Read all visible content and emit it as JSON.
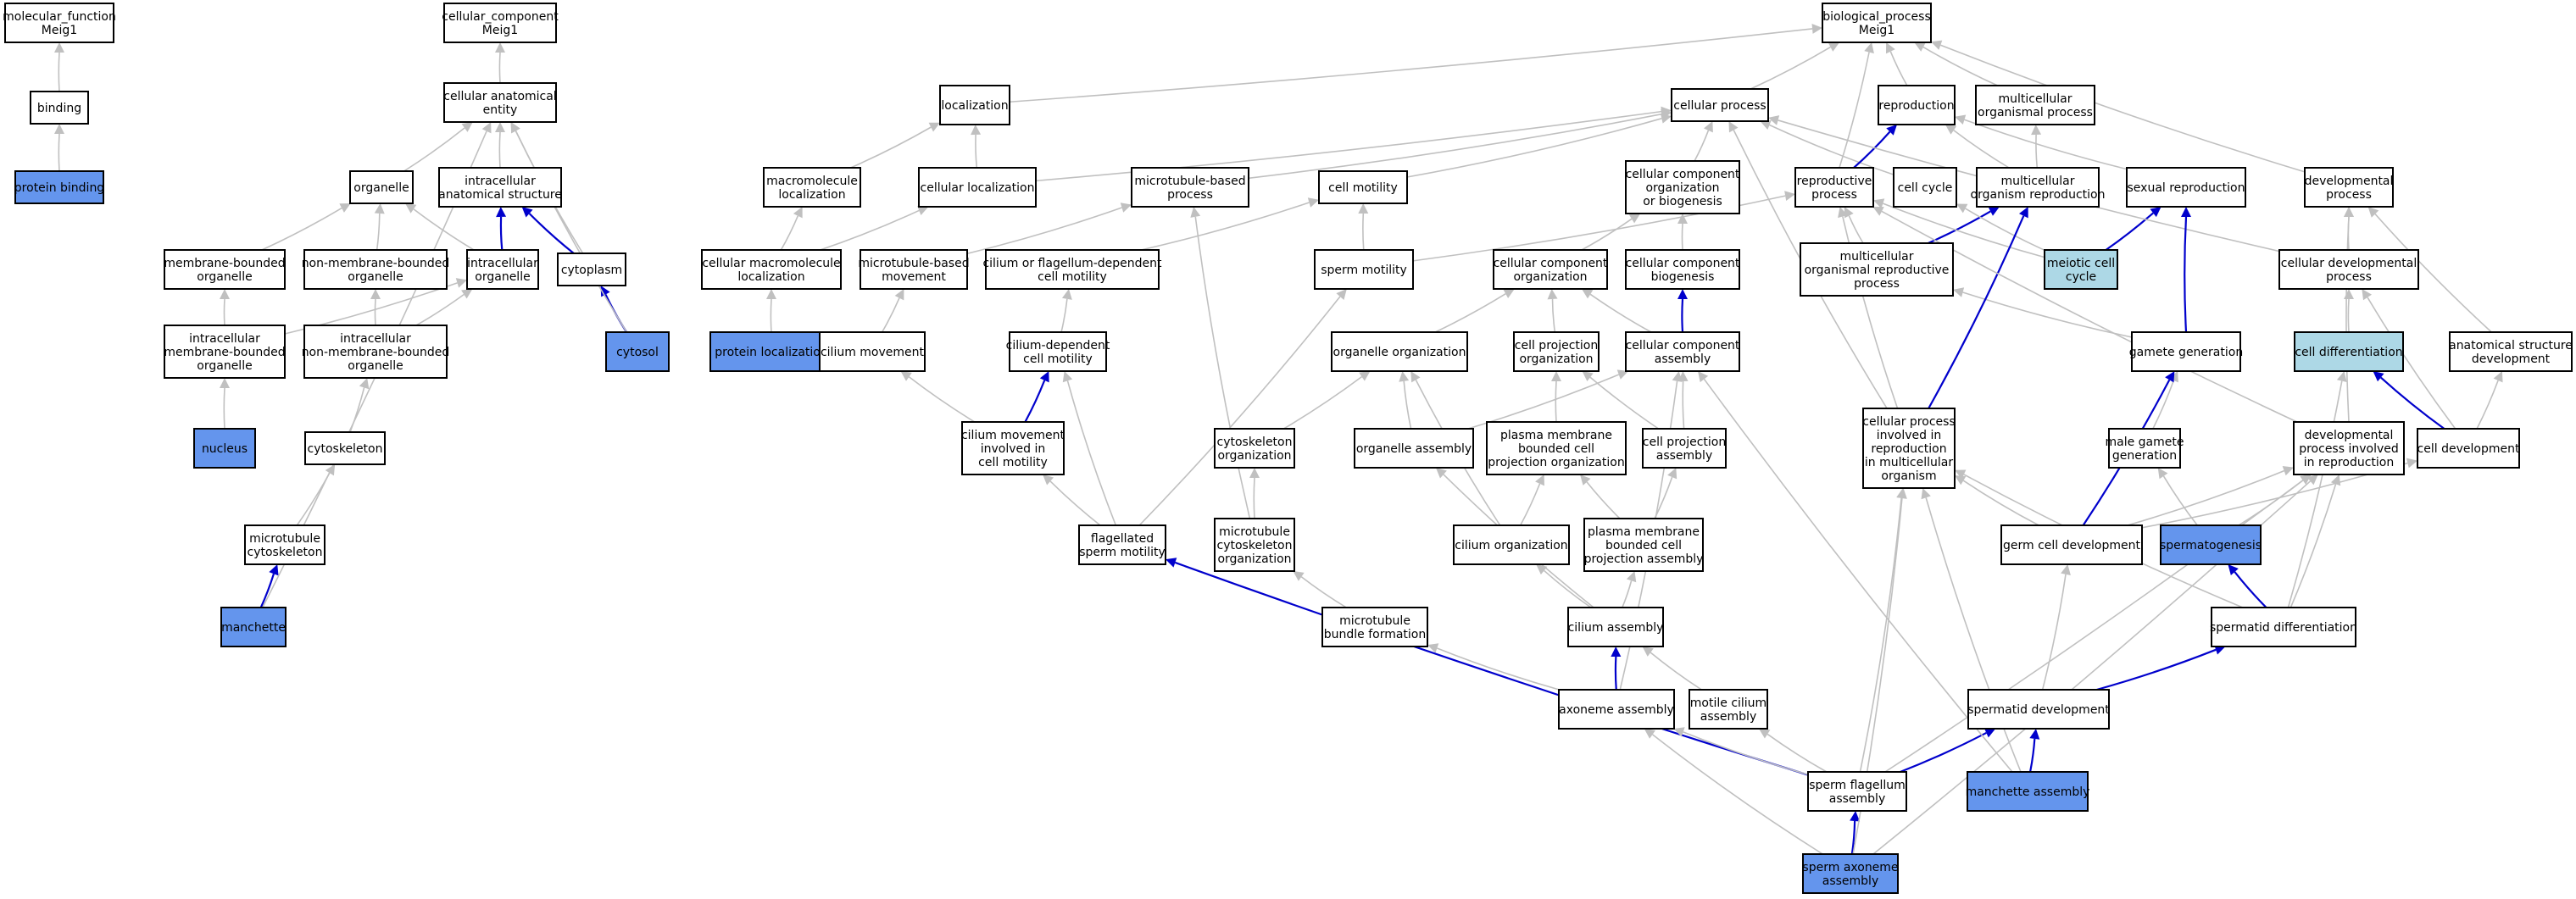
{
  "colors": {
    "highlight": "#6495ed",
    "light": "#add8e6",
    "gray_edge": "#c0c0c0",
    "blue_edge": "#0000cc"
  },
  "nodes": [
    {
      "id": "mf",
      "lines": [
        "molecular_function",
        "Meig1"
      ],
      "style": "plain"
    },
    {
      "id": "binding",
      "lines": [
        "binding"
      ],
      "style": "plain"
    },
    {
      "id": "pbind",
      "lines": [
        "protein binding"
      ],
      "style": "hl"
    },
    {
      "id": "cc",
      "lines": [
        "cellular_component",
        "Meig1"
      ],
      "style": "plain"
    },
    {
      "id": "cae",
      "lines": [
        "cellular anatomical",
        "entity"
      ],
      "style": "plain"
    },
    {
      "id": "organelle",
      "lines": [
        "organelle"
      ],
      "style": "plain"
    },
    {
      "id": "ias",
      "lines": [
        "intracellular",
        "anatomical structure"
      ],
      "style": "plain"
    },
    {
      "id": "mbo",
      "lines": [
        "membrane-bounded",
        "organelle"
      ],
      "style": "plain"
    },
    {
      "id": "nmbo",
      "lines": [
        "non-membrane-bounded",
        "organelle"
      ],
      "style": "plain"
    },
    {
      "id": "io",
      "lines": [
        "intracellular",
        "organelle"
      ],
      "style": "plain"
    },
    {
      "id": "cytoplasm",
      "lines": [
        "cytoplasm"
      ],
      "style": "plain"
    },
    {
      "id": "imbo",
      "lines": [
        "intracellular",
        "membrane-bounded",
        "organelle"
      ],
      "style": "plain"
    },
    {
      "id": "inmbo",
      "lines": [
        "intracellular",
        "non-membrane-bounded",
        "organelle"
      ],
      "style": "plain"
    },
    {
      "id": "cytosol",
      "lines": [
        "cytosol"
      ],
      "style": "hl"
    },
    {
      "id": "nucleus",
      "lines": [
        "nucleus"
      ],
      "style": "hl"
    },
    {
      "id": "cytoskeleton",
      "lines": [
        "cytoskeleton"
      ],
      "style": "plain"
    },
    {
      "id": "mtcs",
      "lines": [
        "microtubule",
        "cytoskeleton"
      ],
      "style": "plain"
    },
    {
      "id": "manchette",
      "lines": [
        "manchette"
      ],
      "style": "hl"
    },
    {
      "id": "bp",
      "lines": [
        "biological_process",
        "Meig1"
      ],
      "style": "plain"
    },
    {
      "id": "localization",
      "lines": [
        "localization"
      ],
      "style": "plain"
    },
    {
      "id": "cp",
      "lines": [
        "cellular process"
      ],
      "style": "plain"
    },
    {
      "id": "reproduction",
      "lines": [
        "reproduction"
      ],
      "style": "plain"
    },
    {
      "id": "mop",
      "lines": [
        "multicellular",
        "organismal process"
      ],
      "style": "plain"
    },
    {
      "id": "mml",
      "lines": [
        "macromolecule",
        "localization"
      ],
      "style": "plain"
    },
    {
      "id": "cl",
      "lines": [
        "cellular localization"
      ],
      "style": "plain"
    },
    {
      "id": "mtbp",
      "lines": [
        "microtubule-based",
        "process"
      ],
      "style": "plain"
    },
    {
      "id": "cm",
      "lines": [
        "cell motility"
      ],
      "style": "plain"
    },
    {
      "id": "ccob",
      "lines": [
        "cellular component",
        "organization",
        "or biogenesis"
      ],
      "style": "plain"
    },
    {
      "id": "rp",
      "lines": [
        "reproductive",
        "process"
      ],
      "style": "plain"
    },
    {
      "id": "cellcycle",
      "lines": [
        "cell cycle"
      ],
      "style": "plain"
    },
    {
      "id": "mor",
      "lines": [
        "multicellular",
        "organism reproduction"
      ],
      "style": "plain"
    },
    {
      "id": "sr",
      "lines": [
        "sexual reproduction"
      ],
      "style": "plain"
    },
    {
      "id": "dp",
      "lines": [
        "developmental",
        "process"
      ],
      "style": "plain"
    },
    {
      "id": "cml",
      "lines": [
        "cellular macromolecule",
        "localization"
      ],
      "style": "plain"
    },
    {
      "id": "mtbm",
      "lines": [
        "microtubule-based",
        "movement"
      ],
      "style": "plain"
    },
    {
      "id": "cfdcm",
      "lines": [
        "cilium or flagellum-dependent",
        "cell motility"
      ],
      "style": "plain"
    },
    {
      "id": "spm",
      "lines": [
        "sperm motility"
      ],
      "style": "plain"
    },
    {
      "id": "cco",
      "lines": [
        "cellular component",
        "organization"
      ],
      "style": "plain"
    },
    {
      "id": "ccb",
      "lines": [
        "cellular component",
        "biogenesis"
      ],
      "style": "plain"
    },
    {
      "id": "morp",
      "lines": [
        "multicellular",
        "organismal reproductive",
        "process"
      ],
      "style": "plain"
    },
    {
      "id": "mcc",
      "lines": [
        "meiotic cell",
        "cycle"
      ],
      "style": "lb"
    },
    {
      "id": "cdp",
      "lines": [
        "cellular developmental",
        "process"
      ],
      "style": "plain"
    },
    {
      "id": "pl",
      "lines": [
        "protein localization"
      ],
      "style": "hl"
    },
    {
      "id": "cmov",
      "lines": [
        "cilium movement"
      ],
      "style": "plain"
    },
    {
      "id": "cdcm",
      "lines": [
        "cilium-dependent",
        "cell motility"
      ],
      "style": "plain"
    },
    {
      "id": "oo",
      "lines": [
        "organelle organization"
      ],
      "style": "plain"
    },
    {
      "id": "cpo",
      "lines": [
        "cell projection",
        "organization"
      ],
      "style": "plain"
    },
    {
      "id": "cca",
      "lines": [
        "cellular component",
        "assembly"
      ],
      "style": "plain"
    },
    {
      "id": "gg",
      "lines": [
        "gamete generation"
      ],
      "style": "plain"
    },
    {
      "id": "cdiff",
      "lines": [
        "cell differentiation"
      ],
      "style": "lb"
    },
    {
      "id": "asd",
      "lines": [
        "anatomical structure",
        "development"
      ],
      "style": "plain"
    },
    {
      "id": "cmicm",
      "lines": [
        "cilium movement",
        "involved in",
        "cell motility"
      ],
      "style": "plain"
    },
    {
      "id": "cso",
      "lines": [
        "cytoskeleton",
        "organization"
      ],
      "style": "plain"
    },
    {
      "id": "oa",
      "lines": [
        "organelle assembly"
      ],
      "style": "plain"
    },
    {
      "id": "pmbcpo",
      "lines": [
        "plasma membrane",
        "bounded cell",
        "projection organization"
      ],
      "style": "plain"
    },
    {
      "id": "cpa",
      "lines": [
        "cell projection",
        "assembly"
      ],
      "style": "plain"
    },
    {
      "id": "cpirmo",
      "lines": [
        "cellular process",
        "involved in",
        "reproduction",
        "in multicellular",
        "organism"
      ],
      "style": "plain"
    },
    {
      "id": "mgg",
      "lines": [
        "male gamete",
        "generation"
      ],
      "style": "plain"
    },
    {
      "id": "dpir",
      "lines": [
        "developmental",
        "process involved",
        "in reproduction"
      ],
      "style": "plain"
    },
    {
      "id": "cdev",
      "lines": [
        "cell development"
      ],
      "style": "plain"
    },
    {
      "id": "fsm",
      "lines": [
        "flagellated",
        "sperm motility"
      ],
      "style": "plain"
    },
    {
      "id": "mtcso",
      "lines": [
        "microtubule",
        "cytoskeleton",
        "organization"
      ],
      "style": "plain"
    },
    {
      "id": "co",
      "lines": [
        "cilium organization"
      ],
      "style": "plain"
    },
    {
      "id": "pmbcpa",
      "lines": [
        "plasma membrane",
        "bounded cell",
        "projection assembly"
      ],
      "style": "plain"
    },
    {
      "id": "gcd",
      "lines": [
        "germ cell development"
      ],
      "style": "plain"
    },
    {
      "id": "sg",
      "lines": [
        "spermatogenesis"
      ],
      "style": "hl"
    },
    {
      "id": "mbf",
      "lines": [
        "microtubule",
        "bundle formation"
      ],
      "style": "plain"
    },
    {
      "id": "ca",
      "lines": [
        "cilium assembly"
      ],
      "style": "plain"
    },
    {
      "id": "sdiff",
      "lines": [
        "spermatid differentiation"
      ],
      "style": "plain"
    },
    {
      "id": "axa",
      "lines": [
        "axoneme assembly"
      ],
      "style": "plain"
    },
    {
      "id": "mca",
      "lines": [
        "motile cilium",
        "assembly"
      ],
      "style": "plain"
    },
    {
      "id": "sdev",
      "lines": [
        "spermatid development"
      ],
      "style": "plain"
    },
    {
      "id": "sfa",
      "lines": [
        "sperm flagellum",
        "assembly"
      ],
      "style": "plain"
    },
    {
      "id": "ma",
      "lines": [
        "manchette assembly"
      ],
      "style": "hl"
    },
    {
      "id": "saa",
      "lines": [
        "sperm axoneme",
        "assembly"
      ],
      "style": "hl"
    }
  ],
  "edges": [
    [
      "binding",
      "mf",
      "gray"
    ],
    [
      "pbind",
      "binding",
      "gray"
    ],
    [
      "cae",
      "cc",
      "gray"
    ],
    [
      "organelle",
      "cae",
      "gray"
    ],
    [
      "ias",
      "cae",
      "gray"
    ],
    [
      "mbo",
      "organelle",
      "gray"
    ],
    [
      "nmbo",
      "organelle",
      "gray"
    ],
    [
      "io",
      "organelle",
      "gray"
    ],
    [
      "io",
      "ias",
      "blue"
    ],
    [
      "cytoplasm",
      "ias",
      "blue"
    ],
    [
      "cytoplasm",
      "cae",
      "gray"
    ],
    [
      "imbo",
      "mbo",
      "gray"
    ],
    [
      "imbo",
      "io",
      "gray"
    ],
    [
      "inmbo",
      "nmbo",
      "gray"
    ],
    [
      "inmbo",
      "io",
      "gray"
    ],
    [
      "cytosol",
      "cytoplasm",
      "blue"
    ],
    [
      "cytosol",
      "cae",
      "gray"
    ],
    [
      "nucleus",
      "imbo",
      "gray"
    ],
    [
      "cytoskeleton",
      "inmbo",
      "gray"
    ],
    [
      "mtcs",
      "cytoskeleton",
      "gray"
    ],
    [
      "manchette",
      "mtcs",
      "blue"
    ],
    [
      "manchette",
      "cae",
      "gray"
    ],
    [
      "localization",
      "bp",
      "gray"
    ],
    [
      "cp",
      "bp",
      "gray"
    ],
    [
      "reproduction",
      "bp",
      "gray"
    ],
    [
      "mop",
      "bp",
      "gray"
    ],
    [
      "dp",
      "bp",
      "gray"
    ],
    [
      "rp",
      "bp",
      "gray"
    ],
    [
      "mml",
      "localization",
      "gray"
    ],
    [
      "cl",
      "localization",
      "gray"
    ],
    [
      "cl",
      "cp",
      "gray"
    ],
    [
      "mtbp",
      "cp",
      "gray"
    ],
    [
      "cm",
      "cp",
      "gray"
    ],
    [
      "ccob",
      "cp",
      "gray"
    ],
    [
      "cellcycle",
      "cp",
      "gray"
    ],
    [
      "rp",
      "reproduction",
      "blue"
    ],
    [
      "mor",
      "reproduction",
      "gray"
    ],
    [
      "sr",
      "reproduction",
      "gray"
    ],
    [
      "mor",
      "mop",
      "gray"
    ],
    [
      "cml",
      "mml",
      "gray"
    ],
    [
      "cml",
      "cl",
      "gray"
    ],
    [
      "mtbm",
      "mtbp",
      "gray"
    ],
    [
      "cfdcm",
      "cm",
      "gray"
    ],
    [
      "spm",
      "cm",
      "gray"
    ],
    [
      "spm",
      "rp",
      "gray"
    ],
    [
      "cco",
      "ccob",
      "gray"
    ],
    [
      "ccb",
      "ccob",
      "gray"
    ],
    [
      "morp",
      "rp",
      "gray"
    ],
    [
      "morp",
      "mor",
      "blue"
    ],
    [
      "mcc",
      "cellcycle",
      "gray"
    ],
    [
      "mcc",
      "sr",
      "blue"
    ],
    [
      "mcc",
      "rp",
      "gray"
    ],
    [
      "cdp",
      "dp",
      "gray"
    ],
    [
      "cdp",
      "cp",
      "gray"
    ],
    [
      "pl",
      "cml",
      "gray"
    ],
    [
      "cmov",
      "mtbm",
      "gray"
    ],
    [
      "cdcm",
      "cfdcm",
      "gray"
    ],
    [
      "oo",
      "cco",
      "gray"
    ],
    [
      "cpo",
      "cco",
      "gray"
    ],
    [
      "cca",
      "cco",
      "gray"
    ],
    [
      "cca",
      "ccb",
      "blue"
    ],
    [
      "gg",
      "sr",
      "blue"
    ],
    [
      "gg",
      "morp",
      "gray"
    ],
    [
      "cdiff",
      "cdp",
      "gray"
    ],
    [
      "asd",
      "dp",
      "gray"
    ],
    [
      "cmicm",
      "cmov",
      "gray"
    ],
    [
      "cmicm",
      "cdcm",
      "blue"
    ],
    [
      "cso",
      "oo",
      "gray"
    ],
    [
      "oa",
      "oo",
      "gray"
    ],
    [
      "oa",
      "cca",
      "gray"
    ],
    [
      "pmbcpo",
      "cpo",
      "gray"
    ],
    [
      "cpa",
      "cpo",
      "gray"
    ],
    [
      "cpa",
      "cca",
      "gray"
    ],
    [
      "cpirmo",
      "cp",
      "gray"
    ],
    [
      "cpirmo",
      "rp",
      "gray"
    ],
    [
      "cpirmo",
      "mor",
      "blue"
    ],
    [
      "mgg",
      "gg",
      "gray"
    ],
    [
      "dpir",
      "dp",
      "gray"
    ],
    [
      "dpir",
      "rp",
      "gray"
    ],
    [
      "cdev",
      "cdiff",
      "blue"
    ],
    [
      "cdev",
      "cdp",
      "gray"
    ],
    [
      "cdev",
      "asd",
      "gray"
    ],
    [
      "fsm",
      "cdcm",
      "gray"
    ],
    [
      "fsm",
      "cmicm",
      "gray"
    ],
    [
      "fsm",
      "spm",
      "gray"
    ],
    [
      "mtcso",
      "cso",
      "gray"
    ],
    [
      "mtcso",
      "mtbp",
      "gray"
    ],
    [
      "co",
      "pmbcpo",
      "gray"
    ],
    [
      "co",
      "oo",
      "gray"
    ],
    [
      "pmbcpa",
      "pmbcpo",
      "gray"
    ],
    [
      "pmbcpa",
      "cpa",
      "gray"
    ],
    [
      "gcd",
      "gg",
      "blue"
    ],
    [
      "gcd",
      "cpirmo",
      "gray"
    ],
    [
      "gcd",
      "cdev",
      "gray"
    ],
    [
      "gcd",
      "dpir",
      "gray"
    ],
    [
      "sg",
      "mgg",
      "gray"
    ],
    [
      "sg",
      "dpir",
      "gray"
    ],
    [
      "mbf",
      "mtcso",
      "gray"
    ],
    [
      "ca",
      "co",
      "gray"
    ],
    [
      "ca",
      "pmbcpa",
      "gray"
    ],
    [
      "ca",
      "oa",
      "gray"
    ],
    [
      "sdiff",
      "sg",
      "blue"
    ],
    [
      "sdiff",
      "cpirmo",
      "gray"
    ],
    [
      "sdiff",
      "dpir",
      "gray"
    ],
    [
      "sdiff",
      "cdiff",
      "gray"
    ],
    [
      "axa",
      "ca",
      "blue"
    ],
    [
      "axa",
      "cca",
      "gray"
    ],
    [
      "axa",
      "mbf",
      "gray"
    ],
    [
      "mca",
      "ca",
      "gray"
    ],
    [
      "sdev",
      "sdiff",
      "blue"
    ],
    [
      "sdev",
      "gcd",
      "gray"
    ],
    [
      "sfa",
      "fsm",
      "blue"
    ],
    [
      "sfa",
      "axa",
      "gray"
    ],
    [
      "sfa",
      "mca",
      "gray"
    ],
    [
      "sfa",
      "sdev",
      "blue"
    ],
    [
      "sfa",
      "cpirmo",
      "gray"
    ],
    [
      "sfa",
      "dpir",
      "gray"
    ],
    [
      "ma",
      "sdev",
      "blue"
    ],
    [
      "ma",
      "cca",
      "gray"
    ],
    [
      "ma",
      "cpirmo",
      "gray"
    ],
    [
      "saa",
      "sfa",
      "blue"
    ],
    [
      "saa",
      "axa",
      "gray"
    ],
    [
      "saa",
      "cpirmo",
      "gray"
    ],
    [
      "saa",
      "dpir",
      "gray"
    ]
  ]
}
